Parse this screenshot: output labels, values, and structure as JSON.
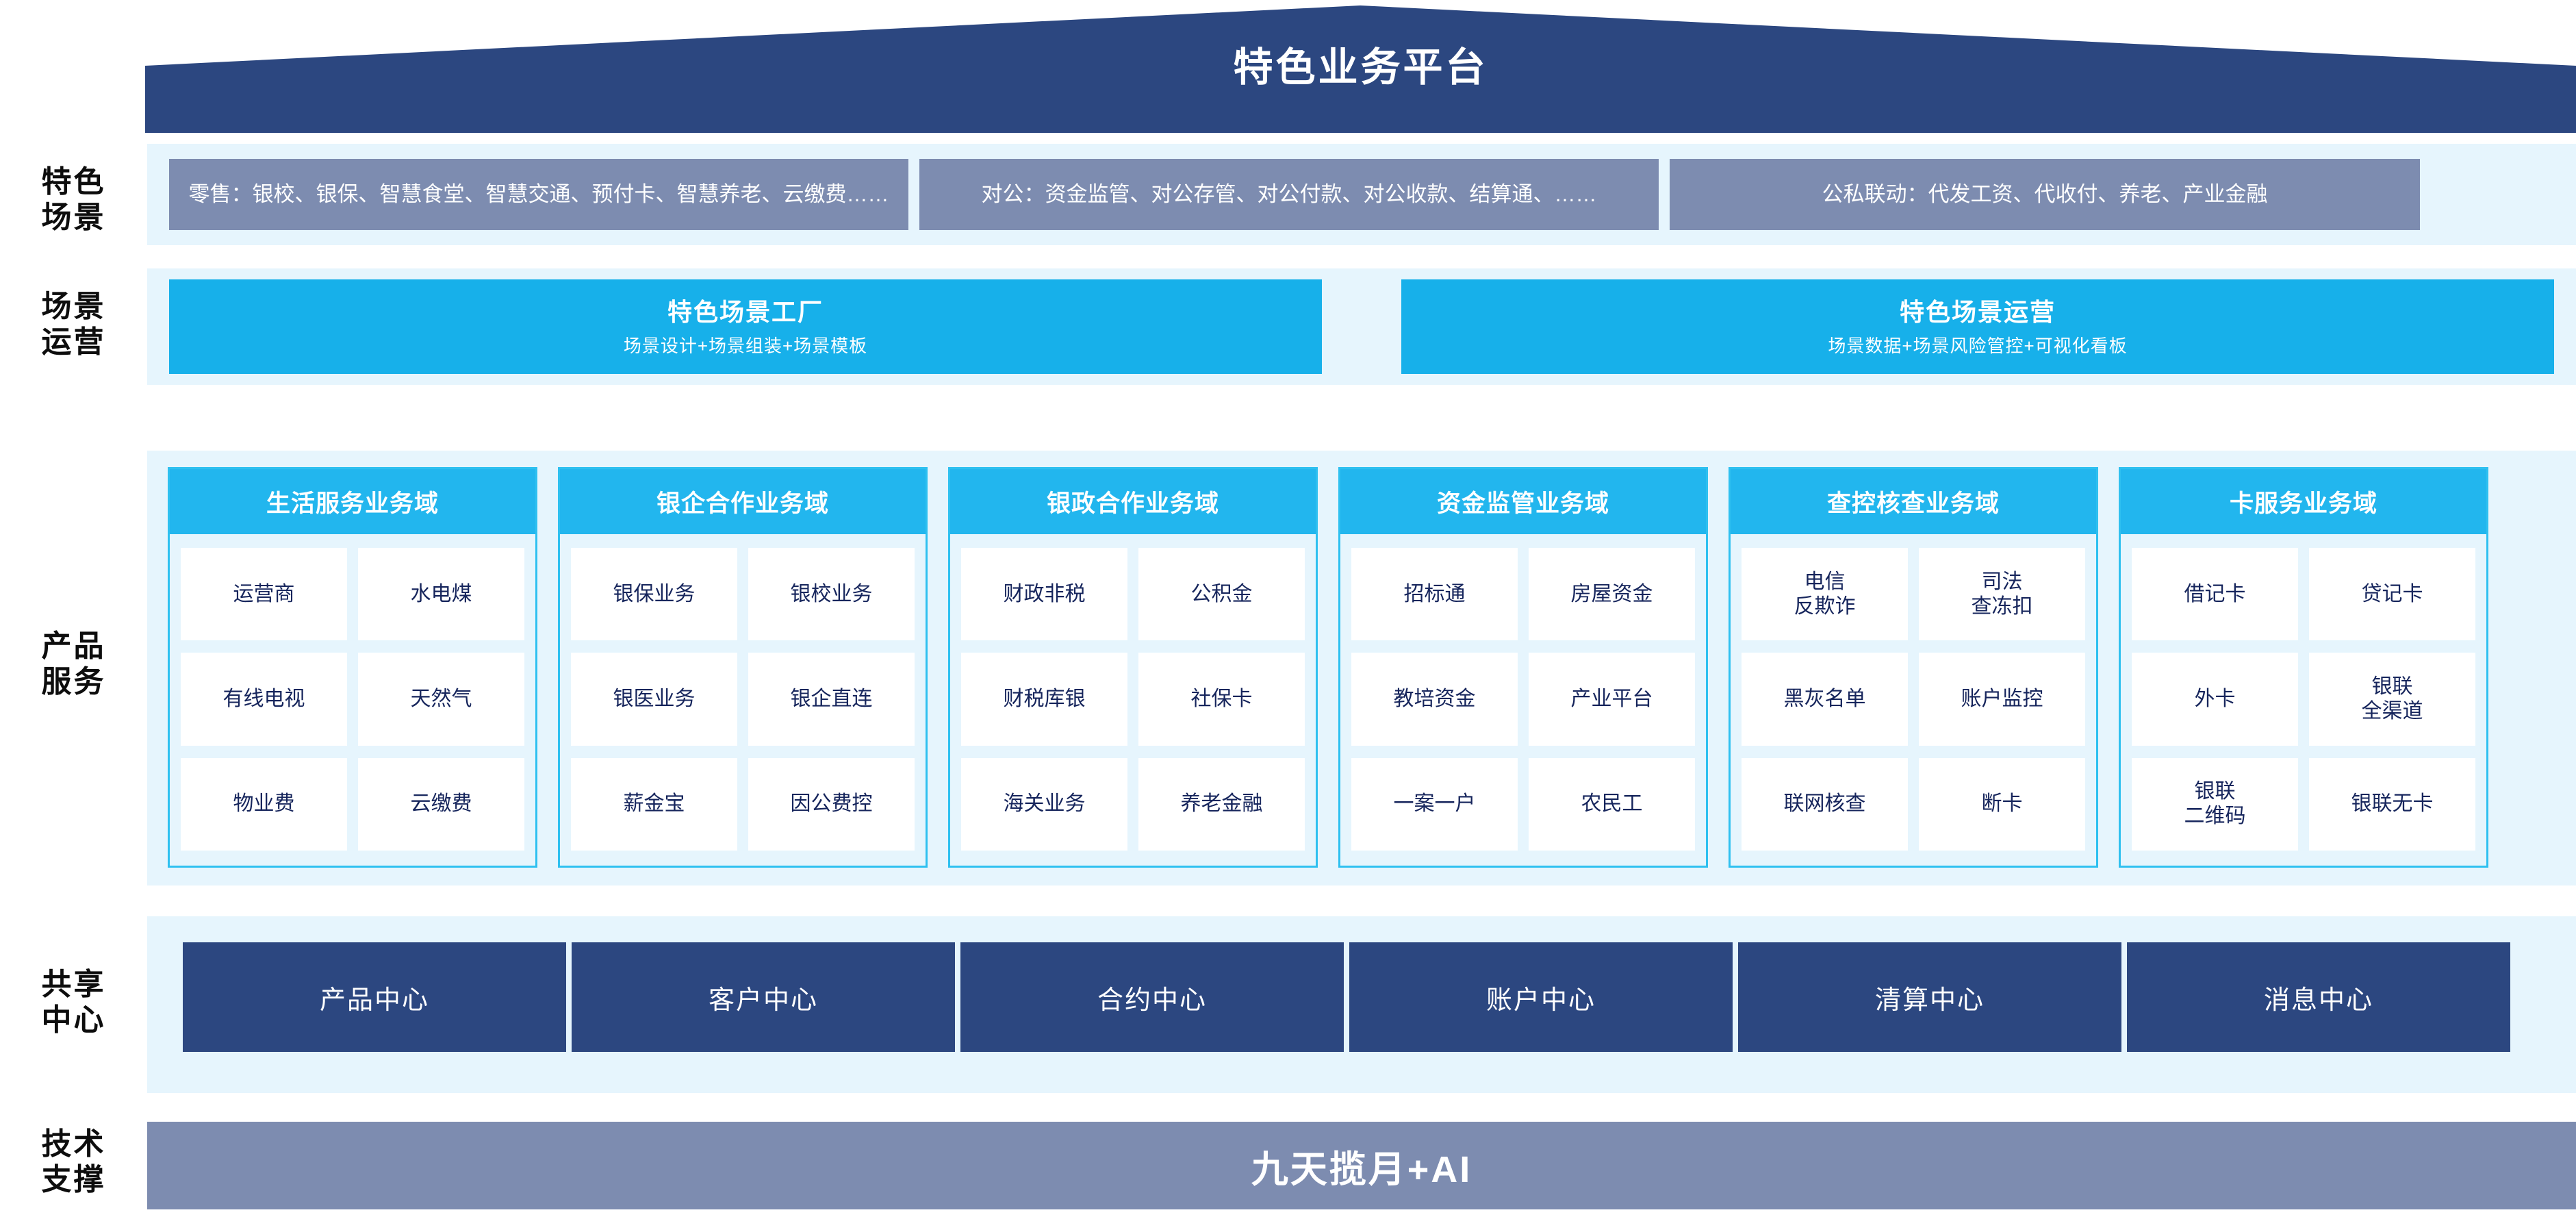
{
  "banner": {
    "title": "特色业务平台",
    "color": "#2c4780"
  },
  "rail": {
    "labels": [
      {
        "text": "特色\n场景",
        "line1": "特色",
        "line2": "场景"
      },
      {
        "text": "场景\n运营",
        "line1": "场景",
        "line2": "运营"
      },
      {
        "text": "产品\n服务",
        "line1": "产品",
        "line2": "服务"
      },
      {
        "text": "共享\n中心",
        "line1": "共享",
        "line2": "中心"
      },
      {
        "text": "技术\n支撑",
        "line1": "技术",
        "line2": "支撑"
      }
    ]
  },
  "scenario_row": {
    "band_color": "#e6f5fd",
    "box_color": "#7d8cb0",
    "boxes": [
      {
        "label": "零售：银校、银保、智慧食堂、智慧交通、预付卡、智慧养老、云缴费……"
      },
      {
        "label": "对公：资金监管、对公存管、对公付款、对公收款、结算通、……"
      },
      {
        "label": "公私联动：代发工资、代收付、养老、产业金融"
      }
    ]
  },
  "operation_row": {
    "box_color": "#17b0ea",
    "boxes": [
      {
        "title": "特色场景工厂",
        "subtitle": "场景设计+场景组装+场景模板"
      },
      {
        "title": "特色场景运营",
        "subtitle": "场景数据+场景风险管控+可视化看板"
      }
    ]
  },
  "product_row": {
    "header_color": "#22b6ee",
    "border_color": "#2ec0f0",
    "cell_color": "#ffffff",
    "cell_text_color": "#16255c",
    "columns": [
      {
        "title": "生活服务业务域",
        "items": [
          "运营商",
          "水电煤",
          "有线电视",
          "天然气",
          "物业费",
          "云缴费"
        ]
      },
      {
        "title": "银企合作业务域",
        "items": [
          "银保业务",
          "银校业务",
          "银医业务",
          "银企直连",
          "薪金宝",
          "因公费控"
        ]
      },
      {
        "title": "银政合作业务域",
        "items": [
          "财政非税",
          "公积金",
          "财税库银",
          "社保卡",
          "海关业务",
          "养老金融"
        ]
      },
      {
        "title": "资金监管业务域",
        "items": [
          "招标通",
          "房屋资金",
          "教培资金",
          "产业平台",
          "一案一户",
          "农民工"
        ]
      },
      {
        "title": "查控核查业务域",
        "items": [
          "电信\n反欺诈",
          "司法\n查冻扣",
          "黑灰名单",
          "账户监控",
          "联网核查",
          "断卡"
        ]
      },
      {
        "title": "卡服务业务域",
        "items": [
          "借记卡",
          "贷记卡",
          "外卡",
          "银联\n全渠道",
          "银联\n二维码",
          "银联无卡"
        ]
      }
    ]
  },
  "shared_row": {
    "box_color": "#2c4780",
    "boxes": [
      {
        "label": "产品中心"
      },
      {
        "label": "客户中心"
      },
      {
        "label": "合约中心"
      },
      {
        "label": "账户中心"
      },
      {
        "label": "清算中心"
      },
      {
        "label": "消息中心"
      }
    ]
  },
  "tech_row": {
    "bar_color": "#7d8cb0",
    "title": "九天揽月+AI"
  }
}
